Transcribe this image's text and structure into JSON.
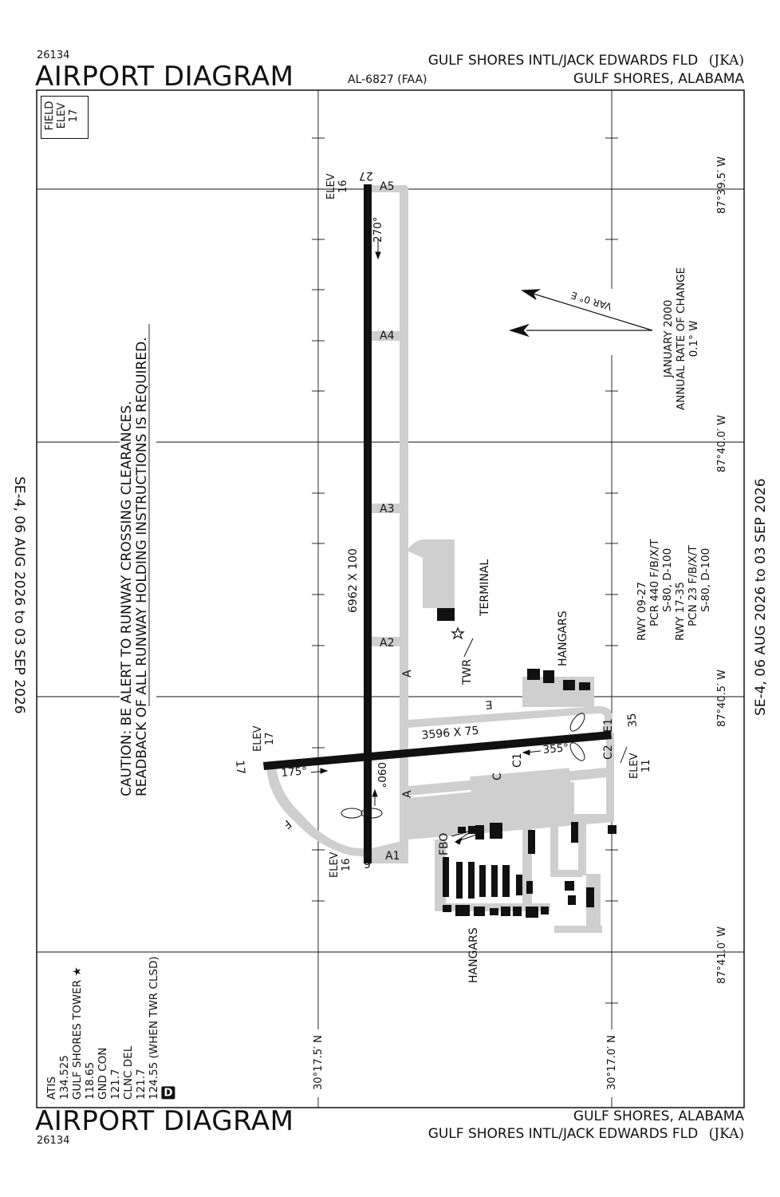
{
  "header": {
    "chart_number": "26134",
    "title": "AIRPORT DIAGRAM",
    "ident_code": "AL-6827 (FAA)",
    "airport_name": "GULF SHORES INTL/JACK EDWARDS FLD",
    "airport_id": "(JKA)",
    "location": "GULF SHORES, ALABAMA"
  },
  "footer": {
    "chart_number": "26134",
    "title": "AIRPORT DIAGRAM",
    "airport_name": "GULF SHORES INTL/JACK EDWARDS FLD",
    "airport_id": "(JKA)",
    "location": "GULF SHORES, ALABAMA"
  },
  "validity": "SE-4,  06 AUG 2026  to  03 SEP 2026",
  "field_elev": {
    "label1": "FIELD",
    "label2": "ELEV",
    "value": "17"
  },
  "caution": {
    "line1": "CAUTION: BE ALERT TO RUNWAY CROSSING CLEARANCES.",
    "line2": "READBACK OF ALL RUNWAY HOLDING INSTRUCTIONS IS REQUIRED."
  },
  "frequencies": {
    "atis_label": "ATIS",
    "atis": "134.525",
    "tower_label": "GULF SHORES TOWER ★",
    "tower": "118.65",
    "gnd_label": "GND CON",
    "gnd": "121.7",
    "clnc_label": "CLNC DEL",
    "clnc": "121.7",
    "clnc_alt": "124.55 (WHEN TWR CLSD)",
    "d_badge": "D"
  },
  "magnetic": {
    "var": "VAR 0° E",
    "date": "JANUARY 2000",
    "rate_label": "ANNUAL RATE OF CHANGE",
    "rate": "0.1° W"
  },
  "strength": {
    "rwy1": "RWY 09-27",
    "rwy1_pcr": "PCR 440 F/B/X/T",
    "rwy1_load": "S-80, D-100",
    "rwy2": "RWY 17-35",
    "rwy2_pcn": "PCN 23 F/B/X/T",
    "rwy2_load": "S-80, D-100"
  },
  "coords": {
    "lon1": "87°39.5′ W",
    "lon2": "87°40.0′ W",
    "lon3": "87°40.5′ W",
    "lon4": "87°41.0′ W",
    "lat1": "30°17.5′ N",
    "lat2": "30°17.0′ N"
  },
  "runways": {
    "main_dims": "6962 X 100",
    "cross_dims": "3596 X 75",
    "rwy27": "27",
    "rwy9": "9",
    "rwy17": "17",
    "rwy35": "35",
    "hdg270": "270°",
    "hdg090": "090°",
    "hdg175": "175°",
    "hdg355": "355°",
    "elev_label": "ELEV",
    "elev27": "16",
    "elev9": "16",
    "elev17": "17",
    "elev35": "11"
  },
  "taxiways": {
    "a": "A",
    "a1": "A1",
    "a2": "A2",
    "a3": "A3",
    "a4": "A4",
    "a5": "A5",
    "c": "C",
    "c1": "C1",
    "c2": "C2",
    "e": "E",
    "e1": "E1",
    "f": "F"
  },
  "buildings": {
    "terminal": "TERMINAL",
    "twr": "TWR",
    "fbo": "FBO",
    "hangars": "HANGARS"
  }
}
